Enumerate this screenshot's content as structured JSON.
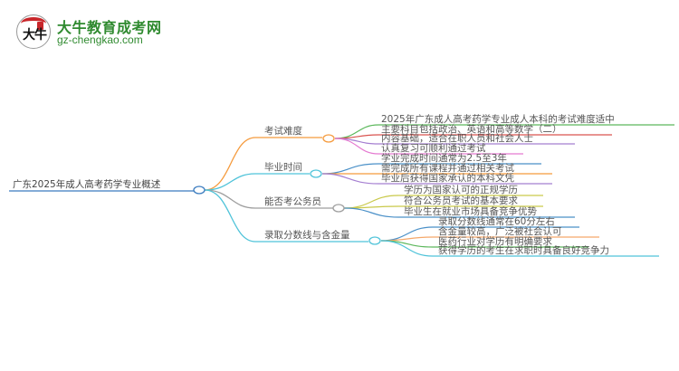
{
  "logo": {
    "title": "大牛教育成考网",
    "url": "gz-chengkao.com",
    "badge_glyph": "大牛",
    "brand_color": "#2f8a2f",
    "accent_color": "#c8262a"
  },
  "mindmap": {
    "root": {
      "label": "广东2025年成人高考药学专业概述",
      "color": "#3a7bbf"
    },
    "branches": [
      {
        "label": "考试难度",
        "color": "#f59a3c",
        "children": [
          {
            "label": "2025年广东成人高考药学专业成人本科的考试难度适中",
            "color": "#5cb85c"
          },
          {
            "label": "主要科目包括政治、英语和高等数学（二）",
            "color": "#d9534f"
          },
          {
            "label": "内容基础，适合在职人员和社会人士",
            "color": "#a57fd1"
          },
          {
            "label": "认真复习可顺利通过考试",
            "color": "#e57ad1"
          }
        ]
      },
      {
        "label": "毕业时间",
        "color": "#4fc3d9",
        "children": [
          {
            "label": "学业完成时间通常为2.5至3年",
            "color": "#4a90c8"
          },
          {
            "label": "需完成所有课程并通过相关考试",
            "color": "#f59a3c"
          },
          {
            "label": "毕业后获得国家承认的本科文凭",
            "color": "#a57fd1"
          }
        ]
      },
      {
        "label": "能否考公务员",
        "color": "#9e9e9e",
        "children": [
          {
            "label": "学历为国家认可的正规学历",
            "color": "#c9c94a"
          },
          {
            "label": "符合公务员考试的基本要求",
            "color": "#c9c94a"
          },
          {
            "label": "毕业生在就业市场具备竞争优势",
            "color": "#4a90c8"
          }
        ]
      },
      {
        "label": "录取分数线与含金量",
        "color": "#4fc3d9",
        "children": [
          {
            "label": "录取分数线通常在60分左右",
            "color": "#4a90c8"
          },
          {
            "label": "含金量较高，广泛被社会认可",
            "color": "#f5a86a"
          },
          {
            "label": "医药行业对学历有明确要求",
            "color": "#5cb85c"
          },
          {
            "label": "获得学历的考生在求职时具备良好竞争力",
            "color": "#4fc3d9"
          }
        ]
      }
    ]
  }
}
